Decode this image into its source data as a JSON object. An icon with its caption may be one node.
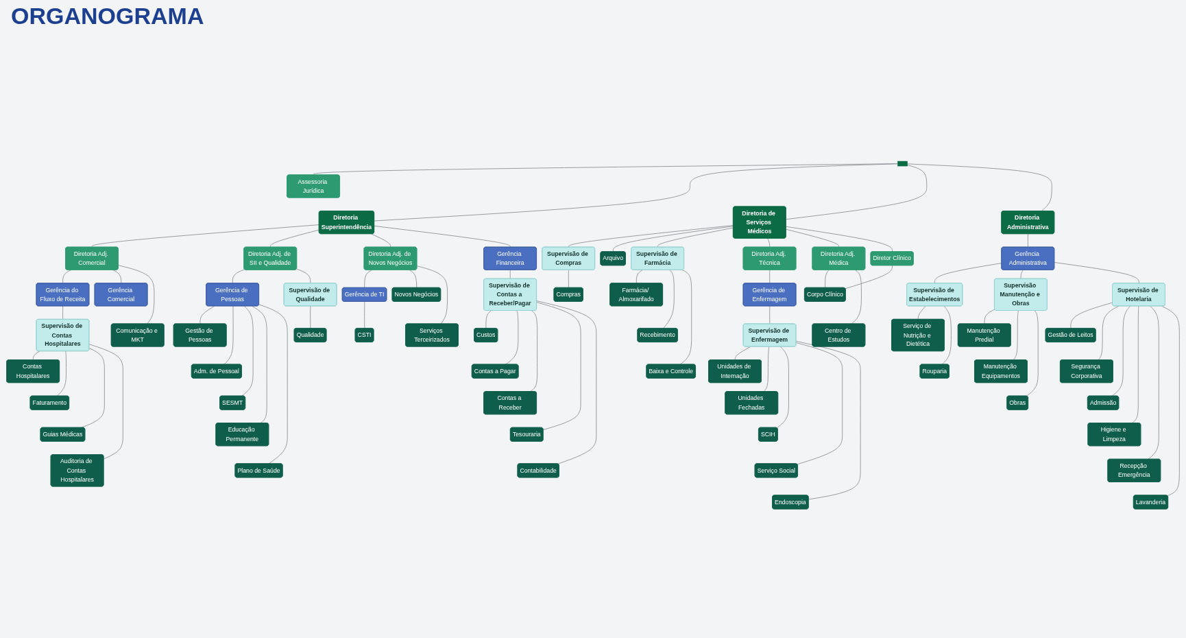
{
  "diagram": {
    "title": "ORGANOGRAMA",
    "nodes": [
      {
        "text": [],
        "shape": "box"
      },
      {
        "text": [
          "Assessoria Jurídica"
        ]
      },
      {
        "text": [
          "Diretoria Superintendência"
        ]
      },
      {
        "text": [
          "Diretoria de Serviços Médicos"
        ]
      },
      {
        "text": [
          "Diretoria Administrativa"
        ]
      },
      {
        "text": [
          "Diretoria Adj. Comercial"
        ]
      },
      {
        "text": [
          "Diretoria Adj. de SII e Qualidade"
        ]
      },
      {
        "text": [
          "Diretoria Adj. de Novos Negócios"
        ]
      },
      {
        "text": [
          "Gerência do Fluxo de Receita"
        ]
      },
      {
        "text": [
          "Gerência Comercial"
        ]
      },
      {
        "text": [
          "Gerência de Pessoas"
        ]
      },
      {
        "text": [
          "Gerência de TI"
        ]
      },
      {
        "text": [
          "Gerência Financeira"
        ]
      },
      {
        "text": [
          "Supervisão de Contas Hospitalares"
        ]
      },
      {
        "text": [
          "Supervisão de Qualidade"
        ]
      },
      {
        "text": [
          "Contas Hospitalares"
        ]
      },
      {
        "text": [
          "Faturamento"
        ]
      },
      {
        "text": [
          "Guias Médicas"
        ]
      },
      {
        "text": [
          "Auditoria de Contas Hospitalares"
        ]
      },
      {
        "text": [
          "Comunicação e MKT"
        ]
      },
      {
        "text": [
          "Qualidade"
        ]
      },
      {
        "text": [
          "Gestão de Pessoas"
        ]
      },
      {
        "text": [
          "Adm. de Pessoal"
        ]
      },
      {
        "text": [
          "SESMT"
        ]
      },
      {
        "text": [
          "Educação Permanente"
        ]
      },
      {
        "text": [
          "Plano de Saúde"
        ]
      },
      {
        "text": [
          "CSTI"
        ]
      },
      {
        "text": [
          "Novos Negócios"
        ]
      },
      {
        "text": [
          "Serviços Terceirizados"
        ]
      },
      {
        "text": [
          "Supervisão de Contas a Receber/Pagar"
        ]
      },
      {
        "text": [
          "Custos"
        ]
      },
      {
        "text": [
          "Contas a Pagar"
        ]
      },
      {
        "text": [
          "Contas a Receber"
        ]
      },
      {
        "text": [
          "Tesouraria"
        ]
      },
      {
        "text": [
          "Contabilidade"
        ]
      },
      {
        "text": [
          "Diretoria Adj. Técnica"
        ]
      },
      {
        "text": [
          "Diretoria Adj. Médica"
        ]
      },
      {
        "text": [
          "Diretor Clínico"
        ]
      },
      {
        "text": [
          "Gerência de Enfermagem"
        ]
      },
      {
        "text": [
          "Supervisão de Compras"
        ]
      },
      {
        "text": [
          "Supervisão de Farmácia"
        ]
      },
      {
        "text": [
          "Supervisão de Enfermagem"
        ]
      },
      {
        "text": [
          "Compras"
        ]
      },
      {
        "text": [
          "Arquivo"
        ]
      },
      {
        "text": [
          "Farmácia/ Almoxarifado"
        ]
      },
      {
        "text": [
          "Recebimento"
        ]
      },
      {
        "text": [
          "Baixa e Controle"
        ]
      },
      {
        "text": [
          "Unidades de Internação"
        ]
      },
      {
        "text": [
          "Unidades Fechadas"
        ]
      },
      {
        "text": [
          "SCIH"
        ]
      },
      {
        "text": [
          "Serviço Social"
        ]
      },
      {
        "text": [
          "Endoscopia"
        ]
      },
      {
        "text": [
          "Corpo Clínico"
        ]
      },
      {
        "text": [
          "Centro de Estudos"
        ]
      },
      {
        "text": [
          "Gerência Administrativa"
        ]
      },
      {
        "text": [
          "Supervisão de Estabelecimentos"
        ]
      },
      {
        "text": [
          "Supervisão Manutenção e Obras"
        ]
      },
      {
        "text": [
          "Supervisão de Hotelaria"
        ]
      },
      {
        "text": [
          "Serviço de Nutrição e Dietética"
        ]
      },
      {
        "text": [
          "Rouparia"
        ]
      },
      {
        "text": [
          "Manutenção Predial"
        ]
      },
      {
        "text": [
          "Manutenção Equipamentos"
        ]
      },
      {
        "text": [
          "Obras"
        ]
      },
      {
        "text": [
          "Gestão de Leitos"
        ]
      },
      {
        "text": [
          "Segurança Corporativa"
        ]
      },
      {
        "text": [
          "Admissão"
        ]
      },
      {
        "text": [
          "Higiene e Limpeza"
        ]
      },
      {
        "text": [
          "Recepção Emergência"
        ]
      },
      {
        "text": [
          "Lavanderia"
        ]
      }
    ],
    "edges": [
      {
        "from": 0,
        "to": 1,
        "arrow": "none"
      },
      {
        "from": 0,
        "to": 2,
        "arrow": "none"
      },
      {
        "from": 0,
        "to": 3,
        "arrow": "none"
      },
      {
        "from": 0,
        "to": 4,
        "arrow": "none"
      },
      {
        "from": 2,
        "to": 5,
        "arrow": "none"
      },
      {
        "from": 2,
        "to": 6,
        "arrow": "none"
      },
      {
        "from": 2,
        "to": 7,
        "arrow": "none"
      },
      {
        "from": 2,
        "to": 12,
        "arrow": "none"
      },
      {
        "from": 5,
        "to": 8,
        "arrow": "none"
      },
      {
        "from": 5,
        "to": 9,
        "arrow": "none"
      },
      {
        "from": 5,
        "to": 19,
        "arrow": "none"
      },
      {
        "from": 6,
        "to": 10,
        "arrow": "none"
      },
      {
        "from": 6,
        "to": 14,
        "arrow": "none"
      },
      {
        "from": 7,
        "to": 11,
        "arrow": "none"
      },
      {
        "from": 7,
        "to": 27,
        "arrow": "none"
      },
      {
        "from": 7,
        "to": 28,
        "arrow": "none"
      },
      {
        "from": 8,
        "to": 13,
        "arrow": "none"
      },
      {
        "from": 13,
        "to": 15,
        "arrow": "none"
      },
      {
        "from": 13,
        "to": 16,
        "arrow": "none"
      },
      {
        "from": 13,
        "to": 17,
        "arrow": "none"
      },
      {
        "from": 13,
        "to": 18,
        "arrow": "none"
      },
      {
        "from": 14,
        "to": 20,
        "arrow": "none"
      },
      {
        "from": 10,
        "to": 21,
        "arrow": "none"
      },
      {
        "from": 10,
        "to": 22,
        "arrow": "none"
      },
      {
        "from": 10,
        "to": 23,
        "arrow": "none"
      },
      {
        "from": 10,
        "to": 24,
        "arrow": "none"
      },
      {
        "from": 10,
        "to": 25,
        "arrow": "none"
      },
      {
        "from": 11,
        "to": 26,
        "arrow": "none"
      },
      {
        "from": 12,
        "to": 29,
        "arrow": "none"
      },
      {
        "from": 29,
        "to": 30,
        "arrow": "none"
      },
      {
        "from": 29,
        "to": 31,
        "arrow": "none"
      },
      {
        "from": 29,
        "to": 32,
        "arrow": "none"
      },
      {
        "from": 29,
        "to": 33,
        "arrow": "none"
      },
      {
        "from": 29,
        "to": 34,
        "arrow": "none"
      },
      {
        "from": 3,
        "to": 39,
        "arrow": "none"
      },
      {
        "from": 3,
        "to": 43,
        "arrow": "none"
      },
      {
        "from": 3,
        "to": 40,
        "arrow": "none"
      },
      {
        "from": 3,
        "to": 35,
        "arrow": "none"
      },
      {
        "from": 3,
        "to": 36,
        "arrow": "none"
      },
      {
        "from": 3,
        "to": 37,
        "arrow": "none"
      },
      {
        "from": 35,
        "to": 38,
        "arrow": "none"
      },
      {
        "from": 38,
        "to": 41,
        "arrow": "none"
      },
      {
        "from": 41,
        "to": 47,
        "arrow": "none"
      },
      {
        "from": 41,
        "to": 48,
        "arrow": "none"
      },
      {
        "from": 41,
        "to": 49,
        "arrow": "none"
      },
      {
        "from": 41,
        "to": 50,
        "arrow": "none"
      },
      {
        "from": 41,
        "to": 51,
        "arrow": "none"
      },
      {
        "from": 36,
        "to": 52,
        "arrow": "none"
      },
      {
        "from": 36,
        "to": 53,
        "arrow": "none"
      },
      {
        "from": 37,
        "to": 52,
        "arrow": "none"
      },
      {
        "from": 39,
        "to": 42,
        "arrow": "none"
      },
      {
        "from": 40,
        "to": 44,
        "arrow": "none"
      },
      {
        "from": 40,
        "to": 45,
        "arrow": "none"
      },
      {
        "from": 40,
        "to": 46,
        "arrow": "none"
      },
      {
        "from": 4,
        "to": 54,
        "arrow": "none"
      },
      {
        "from": 54,
        "to": 55,
        "arrow": "none"
      },
      {
        "from": 54,
        "to": 56,
        "arrow": "none"
      },
      {
        "from": 54,
        "to": 57,
        "arrow": "none"
      },
      {
        "from": 55,
        "to": 58,
        "arrow": "none"
      },
      {
        "from": 55,
        "to": 59,
        "arrow": "none"
      },
      {
        "from": 56,
        "to": 60,
        "arrow": "none"
      },
      {
        "from": 56,
        "to": 61,
        "arrow": "none"
      },
      {
        "from": 56,
        "to": 62,
        "arrow": "none"
      },
      {
        "from": 57,
        "to": 63,
        "arrow": "none"
      },
      {
        "from": 57,
        "to": 64,
        "arrow": "none"
      },
      {
        "from": 57,
        "to": 65,
        "arrow": "none"
      },
      {
        "from": 57,
        "to": 66,
        "arrow": "none"
      },
      {
        "from": 57,
        "to": 67,
        "arrow": "none"
      },
      {
        "from": 57,
        "to": 68,
        "arrow": "none"
      }
    ]
  }
}
